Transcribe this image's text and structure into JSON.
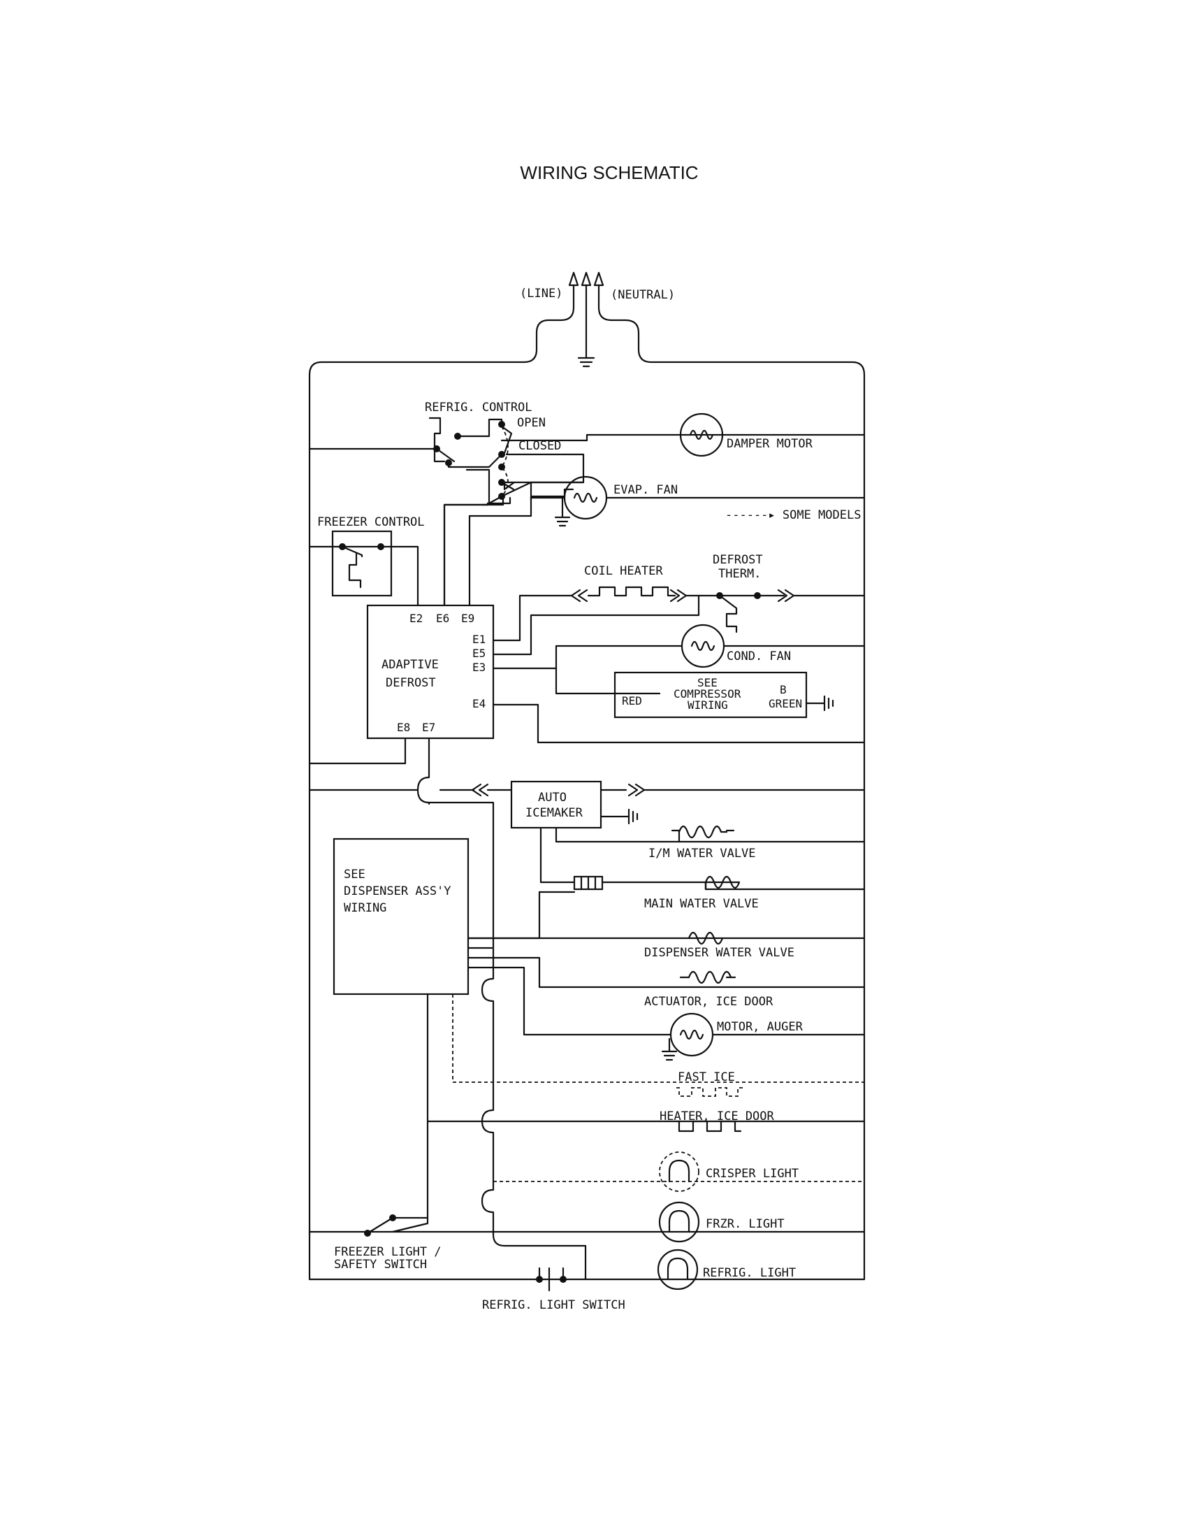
{
  "title": "WIRING SCHEMATIC",
  "supply": {
    "line": "(LINE)",
    "neutral": "(NEUTRAL)"
  },
  "components": {
    "refrig_control": "REFRIG. CONTROL",
    "open": "OPEN",
    "closed": "CLOSED",
    "damper_motor": "DAMPER MOTOR",
    "evap_fan": "EVAP. FAN",
    "some_models": "------▸ SOME MODELS",
    "freezer_control": "FREEZER CONTROL",
    "coil_heater": "COIL HEATER",
    "defrost_therm_1": "DEFROST",
    "defrost_therm_2": "THERM.",
    "cond_fan": "COND. FAN",
    "compressor_1": "SEE",
    "compressor_2": "COMPRESSOR",
    "compressor_3": "WIRING",
    "red": "RED",
    "green_b": "B",
    "green": "GREEN",
    "adaptive": "ADAPTIVE",
    "defrost": "DEFROST",
    "terminals": {
      "e2": "E2",
      "e6": "E6",
      "e9": "E9",
      "e1": "E1",
      "e5": "E5",
      "e3": "E3",
      "e4": "E4",
      "e8": "E8",
      "e7": "E7"
    },
    "auto": "AUTO",
    "icemaker": "ICEMAKER",
    "im_water_valve": "I/M WATER VALVE",
    "main_water_valve": "MAIN WATER VALVE",
    "dispenser_water_valve": "DISPENSER WATER VALVE",
    "actuator_ice_door": "ACTUATOR, ICE DOOR",
    "motor_auger": "MOTOR, AUGER",
    "fast_ice": "FAST ICE",
    "heater_ice_door": "HEATER, ICE DOOR",
    "crisper_light": "CRISPER LIGHT",
    "frzr_light": "FRZR. LIGHT",
    "refrig_light": "REFRIG. LIGHT",
    "dispenser_1": "SEE",
    "dispenser_2": "DISPENSER ASS'Y",
    "dispenser_3": "WIRING",
    "freezer_light_1": "FREEZER LIGHT /",
    "freezer_light_2": "SAFETY SWITCH",
    "refrig_light_switch": "REFRIG. LIGHT SWITCH"
  }
}
